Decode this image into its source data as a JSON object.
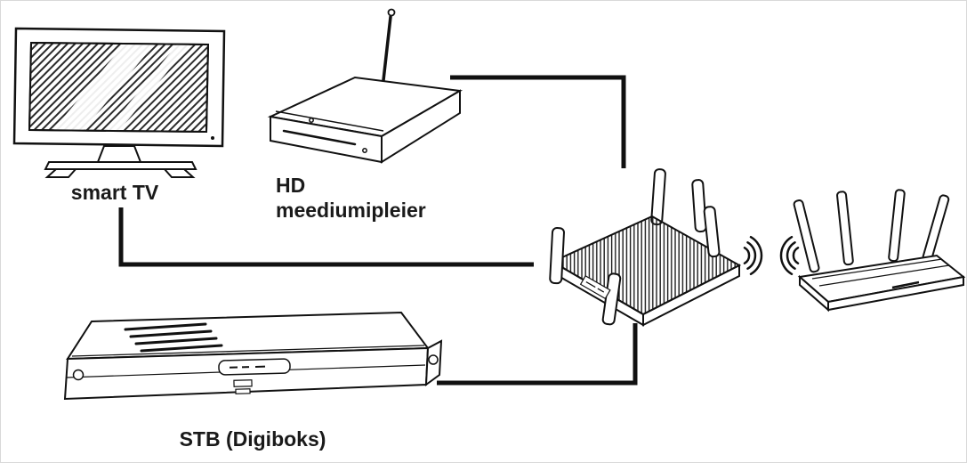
{
  "diagram": {
    "type": "network-connection-diagram",
    "labels": {
      "smart_tv": "smart TV",
      "media_player": "HD\nmeediumipleier",
      "stb": "STB (Digiboks)"
    },
    "nodes": [
      {
        "id": "smart-tv",
        "label": "smart TV"
      },
      {
        "id": "hd-media-player",
        "label": "HD meediumipleier"
      },
      {
        "id": "stb-digiboks",
        "label": "STB (Digiboks)"
      },
      {
        "id": "wireless-media-bridge",
        "label": ""
      },
      {
        "id": "wireless-router",
        "label": ""
      }
    ],
    "connections": [
      {
        "from": "smart-tv",
        "to": "wireless-media-bridge",
        "type": "cable"
      },
      {
        "from": "hd-media-player",
        "to": "wireless-media-bridge",
        "type": "cable"
      },
      {
        "from": "stb-digiboks",
        "to": "wireless-media-bridge",
        "type": "cable"
      },
      {
        "from": "wireless-media-bridge",
        "to": "wireless-router",
        "type": "wifi"
      }
    ],
    "colors": {
      "line": "#111111",
      "text": "#1a1a1a",
      "background": "#ffffff"
    }
  }
}
